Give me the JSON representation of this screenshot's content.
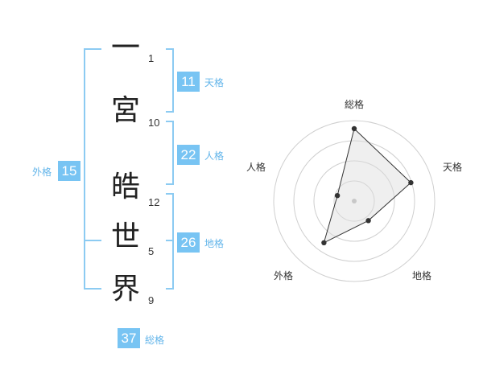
{
  "name": {
    "characters": [
      "一",
      "宮",
      "皓",
      "世",
      "界"
    ],
    "strokes": [
      1,
      10,
      12,
      5,
      9
    ]
  },
  "fortunes": {
    "tenkaku": {
      "value": "11",
      "label": "天格"
    },
    "jinkaku": {
      "value": "22",
      "label": "人格"
    },
    "chikaku": {
      "value": "26",
      "label": "地格"
    },
    "gaikaku": {
      "value": "15",
      "label": "外格"
    },
    "soukaku": {
      "value": "37",
      "label": "総格"
    }
  },
  "colors": {
    "accent": "#78c4f3",
    "bracket": "#8ccbf2",
    "label": "#63b5ea"
  },
  "chart_data": {
    "type": "radar",
    "axes": [
      "総格",
      "天格",
      "地格",
      "外格",
      "人格"
    ],
    "scale_max": 5,
    "rings": 4,
    "values": [
      4.5,
      3.7,
      1.5,
      3.2,
      1.1
    ]
  }
}
